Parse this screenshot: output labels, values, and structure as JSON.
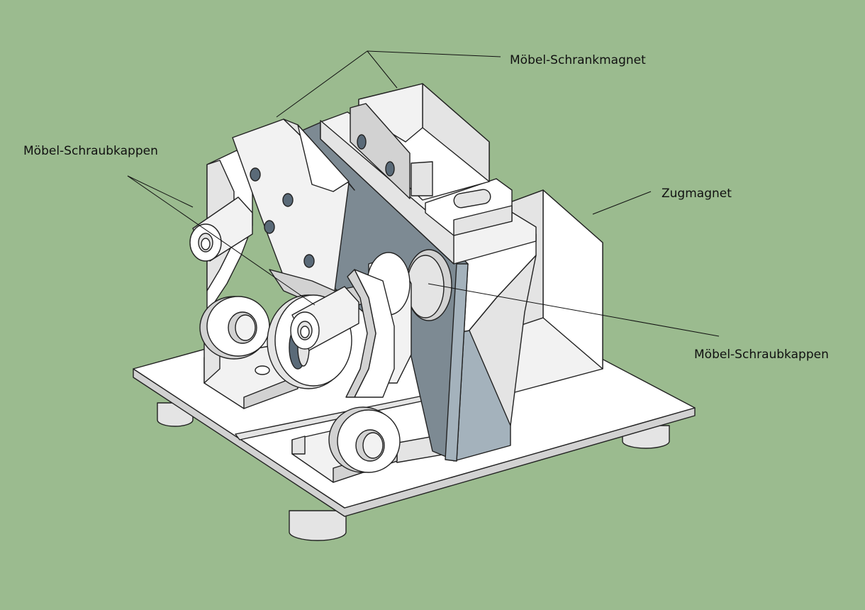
{
  "labels": {
    "cabinet_magnet": "Möbel-Schrankmagnet",
    "screw_caps_left": "Möbel-Schraubkappen",
    "pull_magnet": "Zugmagnet",
    "screw_caps_right": "Möbel-Schraubkappen"
  },
  "colors": {
    "background": "#9bbb8f",
    "part_white": "#ffffff",
    "part_light_gray": "#e4e4e4",
    "plate_dark": "#7d8a93",
    "plate_blue_gray": "#a4b2bc"
  }
}
